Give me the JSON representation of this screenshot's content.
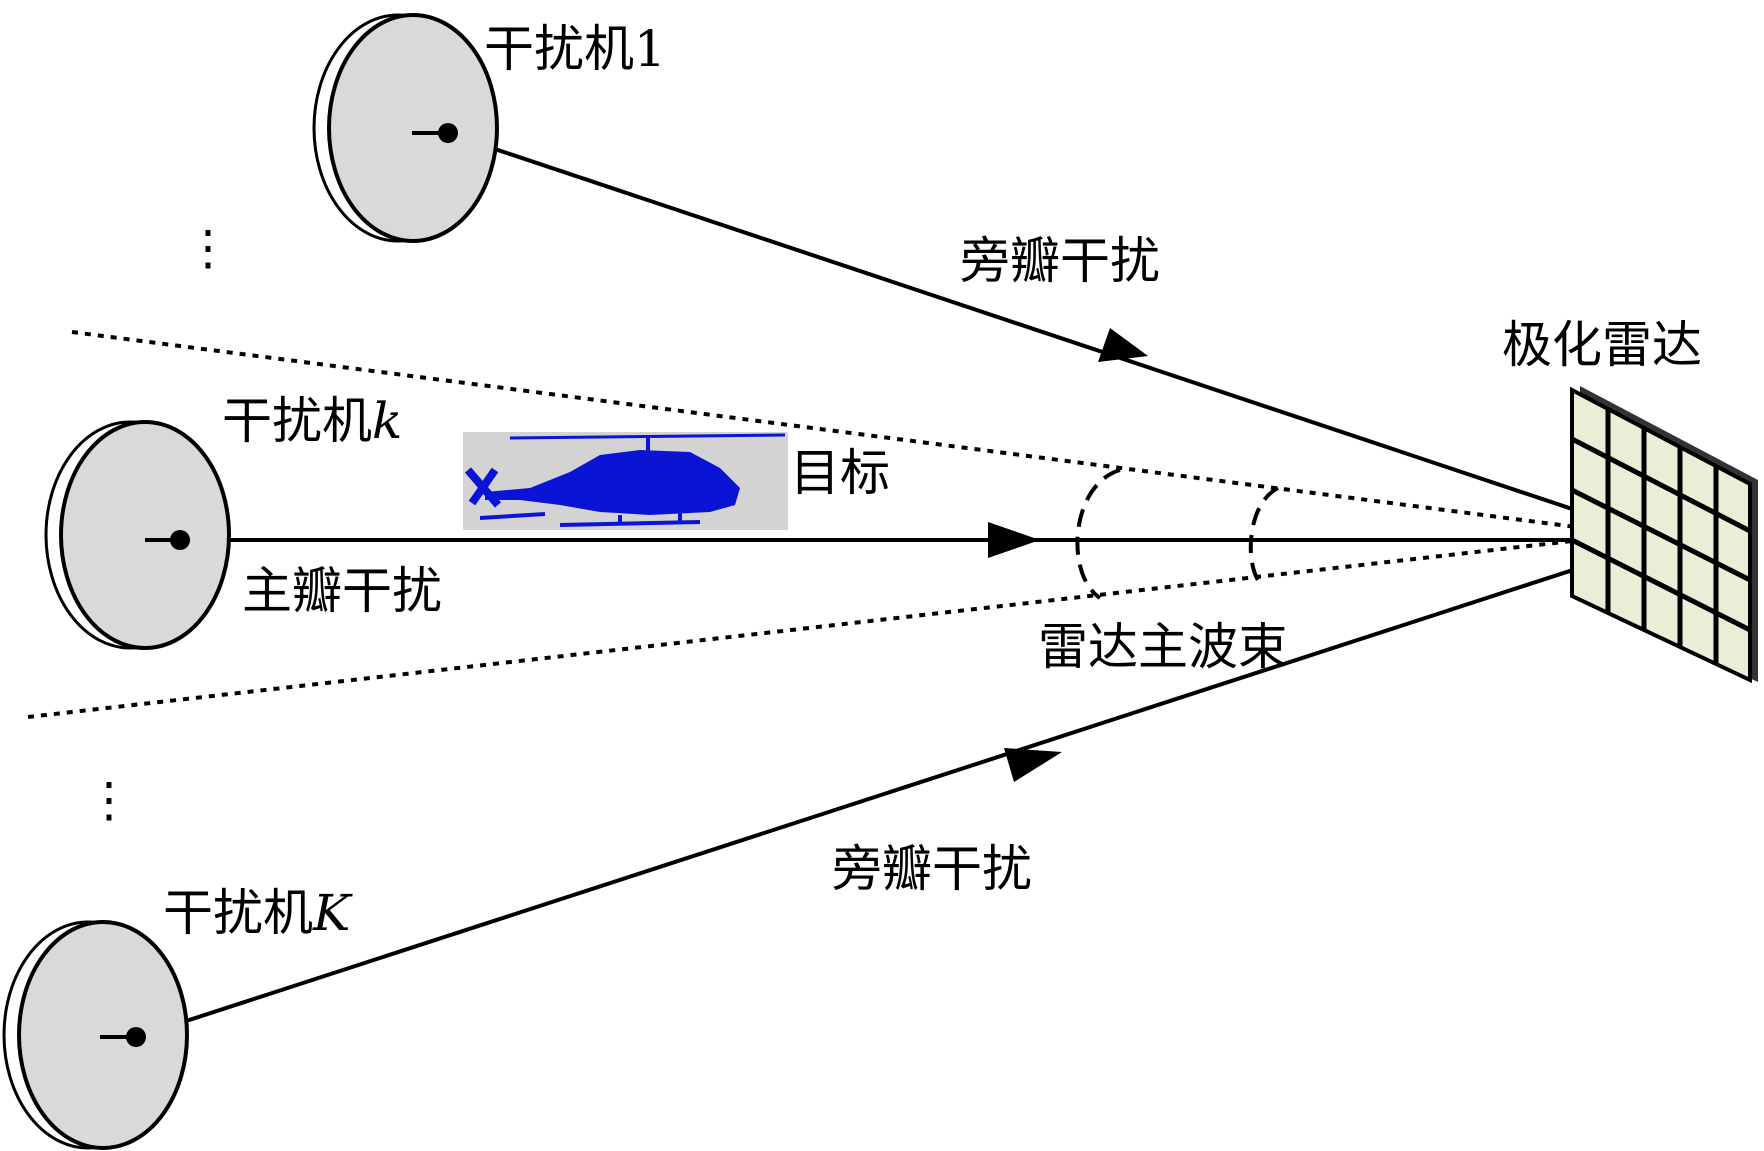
{
  "labels": {
    "jammer1_prefix": "干扰机",
    "jammer1_index": "1",
    "jammerk_prefix": "干扰机",
    "jammerk_index": "k",
    "jammerK_prefix": "干扰机",
    "jammerK_index": "K",
    "sidelobe_top": "旁瓣干扰",
    "sidelobe_bottom": "旁瓣干扰",
    "mainlobe": "主瓣干扰",
    "target": "目标",
    "radar": "极化雷达",
    "beam": "雷达主波束",
    "dots_top": "⋮",
    "dots_bottom": "⋮"
  },
  "colors": {
    "dish_fill": "#d9d9d9",
    "line": "#000000",
    "helicopter": "#0a14d4",
    "target_box": "#d3d3d3",
    "radar_panel": "#e8efd6"
  },
  "icons": {
    "jammer": "dish-antenna-icon",
    "target": "helicopter-icon",
    "radar": "phased-array-panel-icon"
  }
}
